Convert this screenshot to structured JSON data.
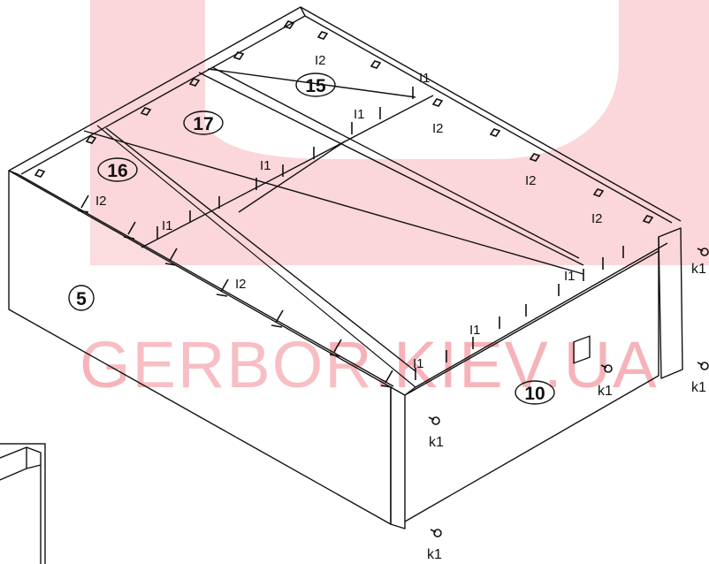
{
  "watermark": {
    "text": "GERBOR.KIEV.UA",
    "color": "#f6b3b9"
  },
  "parts": {
    "p15": "15",
    "p17": "17",
    "p16": "16",
    "p5": "5",
    "p10": "10"
  },
  "hardware": {
    "i1": "I1",
    "i2": "I2",
    "k1": "k1"
  }
}
